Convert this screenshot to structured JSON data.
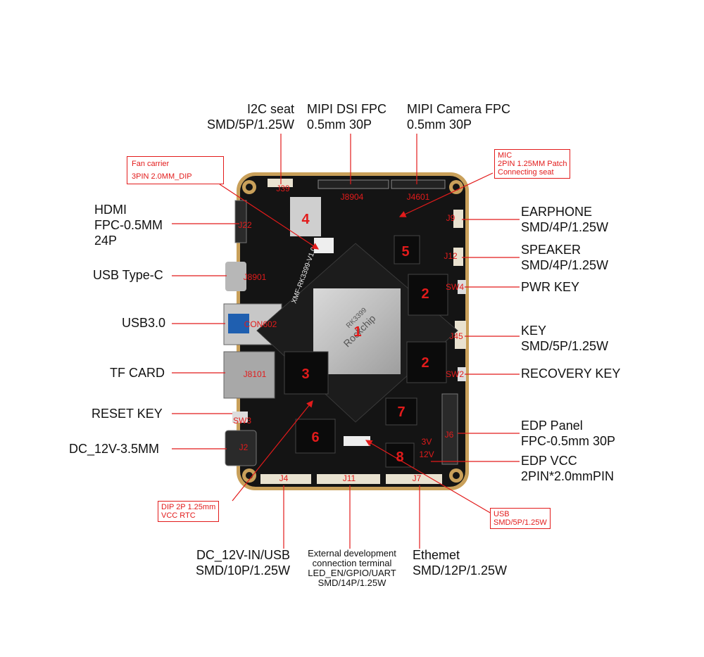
{
  "board": {
    "chip_label": "RK3399",
    "chip_brand": "Rockchip",
    "board_silk": "XMF-RK3399-V1.0",
    "connector_labels": {
      "j39": "J39",
      "j8904": "J8904",
      "j4601": "J4601",
      "j22": "J22",
      "j8901": "J8901",
      "con602": "CON602",
      "j8101": "J8101",
      "sw3": "SW3",
      "j2": "J2",
      "j4": "J4",
      "j11": "J11",
      "j7": "J7",
      "j9": "J9",
      "j12": "J12",
      "sw4": "SW4",
      "j45": "J45",
      "sw2": "SW2",
      "j6": "J6",
      "v3": "3V",
      "v12": "12V"
    },
    "component_numbers": {
      "n1": "1",
      "n2a": "2",
      "n2b": "2",
      "n3": "3",
      "n4": "4",
      "n5": "5",
      "n6": "6",
      "n7": "7",
      "n8": "8"
    }
  },
  "callouts": {
    "i2c": {
      "line1": "I2C seat",
      "line2": "SMD/5P/1.25W"
    },
    "mipi_dsi": {
      "line1": "MIPI DSI FPC",
      "line2": "0.5mm 30P"
    },
    "mipi_cam": {
      "line1": "MIPI Camera FPC",
      "line2": "0.5mm 30P"
    },
    "fan": {
      "line1": "Fan carrier",
      "line2": "3PIN 2.0MM_DIP"
    },
    "mic": {
      "line1": "MIC",
      "line2": "2PIN 1.25MM Patch",
      "line3": "Connecting seat"
    },
    "hdmi": {
      "line1": "HDMI",
      "line2": "FPC-0.5MM",
      "line3": "24P"
    },
    "usbc": {
      "line1": "USB Type-C"
    },
    "usb3": {
      "line1": "USB3.0"
    },
    "tf": {
      "line1": "TF CARD"
    },
    "reset": {
      "line1": "RESET KEY"
    },
    "dc": {
      "line1": "DC_12V-3.5MM"
    },
    "earphone": {
      "line1": "EARPHONE",
      "line2": "SMD/4P/1.25W"
    },
    "speaker": {
      "line1": "SPEAKER",
      "line2": "SMD/4P/1.25W"
    },
    "pwr": {
      "line1": "PWR KEY"
    },
    "key": {
      "line1": "KEY",
      "line2": "SMD/5P/1.25W"
    },
    "recovery": {
      "line1": "RECOVERY KEY"
    },
    "edp_panel": {
      "line1": "EDP Panel",
      "line2": "FPC-0.5mm 30P"
    },
    "edp_vcc": {
      "line1": "EDP VCC",
      "line2": "2PIN*2.0mmPIN"
    },
    "dip": {
      "line1": "DIP 2P 1.25mm",
      "line2": "VCC RTC"
    },
    "usb_smd": {
      "line1": "USB",
      "line2": "SMD/5P/1.25W"
    },
    "dc_in": {
      "line1": "DC_12V-IN/USB",
      "line2": "SMD/10P/1.25W"
    },
    "ext": {
      "line1": "External development",
      "line2": "connection terminal",
      "line3": "LED_EN/GPIO/UART",
      "line4": "SMD/14P/1.25W"
    },
    "eth": {
      "line1": "Ethemet",
      "line2": "SMD/12P/1.25W"
    }
  },
  "colors": {
    "red": "#e21b1b",
    "pcb": "#141414",
    "gold": "#c9a05a"
  }
}
